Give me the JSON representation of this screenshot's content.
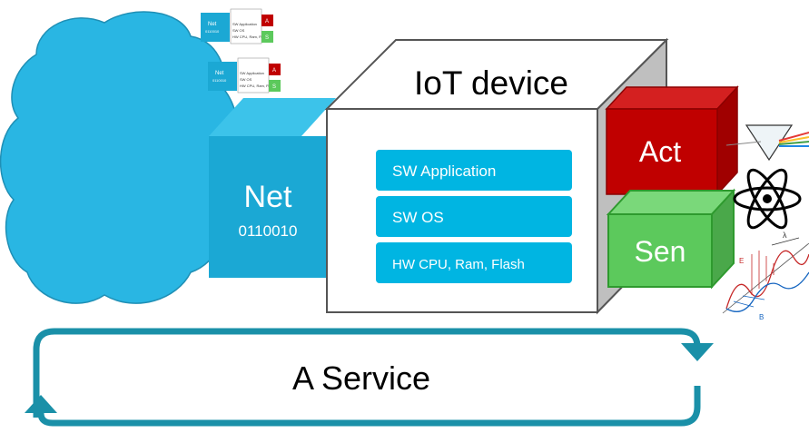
{
  "device": {
    "title": "IoT device",
    "layers": [
      "SW Application",
      "SW OS",
      "HW CPU, Ram, Flash"
    ]
  },
  "net": {
    "label": "Net",
    "bits": "0110010"
  },
  "actuator": {
    "label": "Act"
  },
  "sensor": {
    "label": "Sen"
  },
  "service": {
    "label": "A Service"
  },
  "mini_devices": [
    {
      "net_label": "Net",
      "net_bits": "0110010",
      "layers": [
        "SW Application",
        "SW OS",
        "HW CPU, Ram, Flash"
      ],
      "act_label": "A",
      "sen_label": "S"
    },
    {
      "net_label": "Net",
      "net_bits": "0110010",
      "layers": [
        "SW Application",
        "SW OS",
        "HW CPU, Ram, Flash"
      ],
      "act_label": "A",
      "sen_label": "S"
    }
  ],
  "physics": {
    "wavelength_symbol": "λ",
    "e_symbol": "E",
    "b_symbol": "B"
  },
  "colors": {
    "cloud": "#29b6e3",
    "net": "#1ba8d4",
    "layer": "#00b5e2",
    "act": "#c00000",
    "sen": "#5cc95c",
    "arrow": "#1a90a8"
  }
}
